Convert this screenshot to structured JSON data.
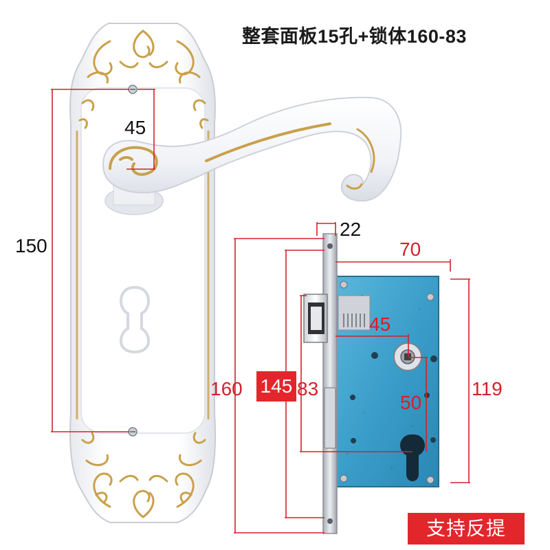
{
  "title": "整套面板15孔+锁体160-83",
  "dimensions": {
    "handle_offset": "45",
    "screw_spacing": "150",
    "faceplate_width": "22",
    "case_width": "70",
    "backset": "45",
    "faceplate_length": "160",
    "case_height": "145",
    "latch_to_cylinder": "83",
    "cylinder_offset": "50",
    "body_height": "119"
  },
  "badge": "支持反提",
  "colors": {
    "dimension_red": "#d4202a",
    "badge_red": "#e3262c",
    "lock_body_blue": "#3a9ec9",
    "handle_white": "#f7f8fb",
    "gold_trim": "#c9a04a"
  }
}
